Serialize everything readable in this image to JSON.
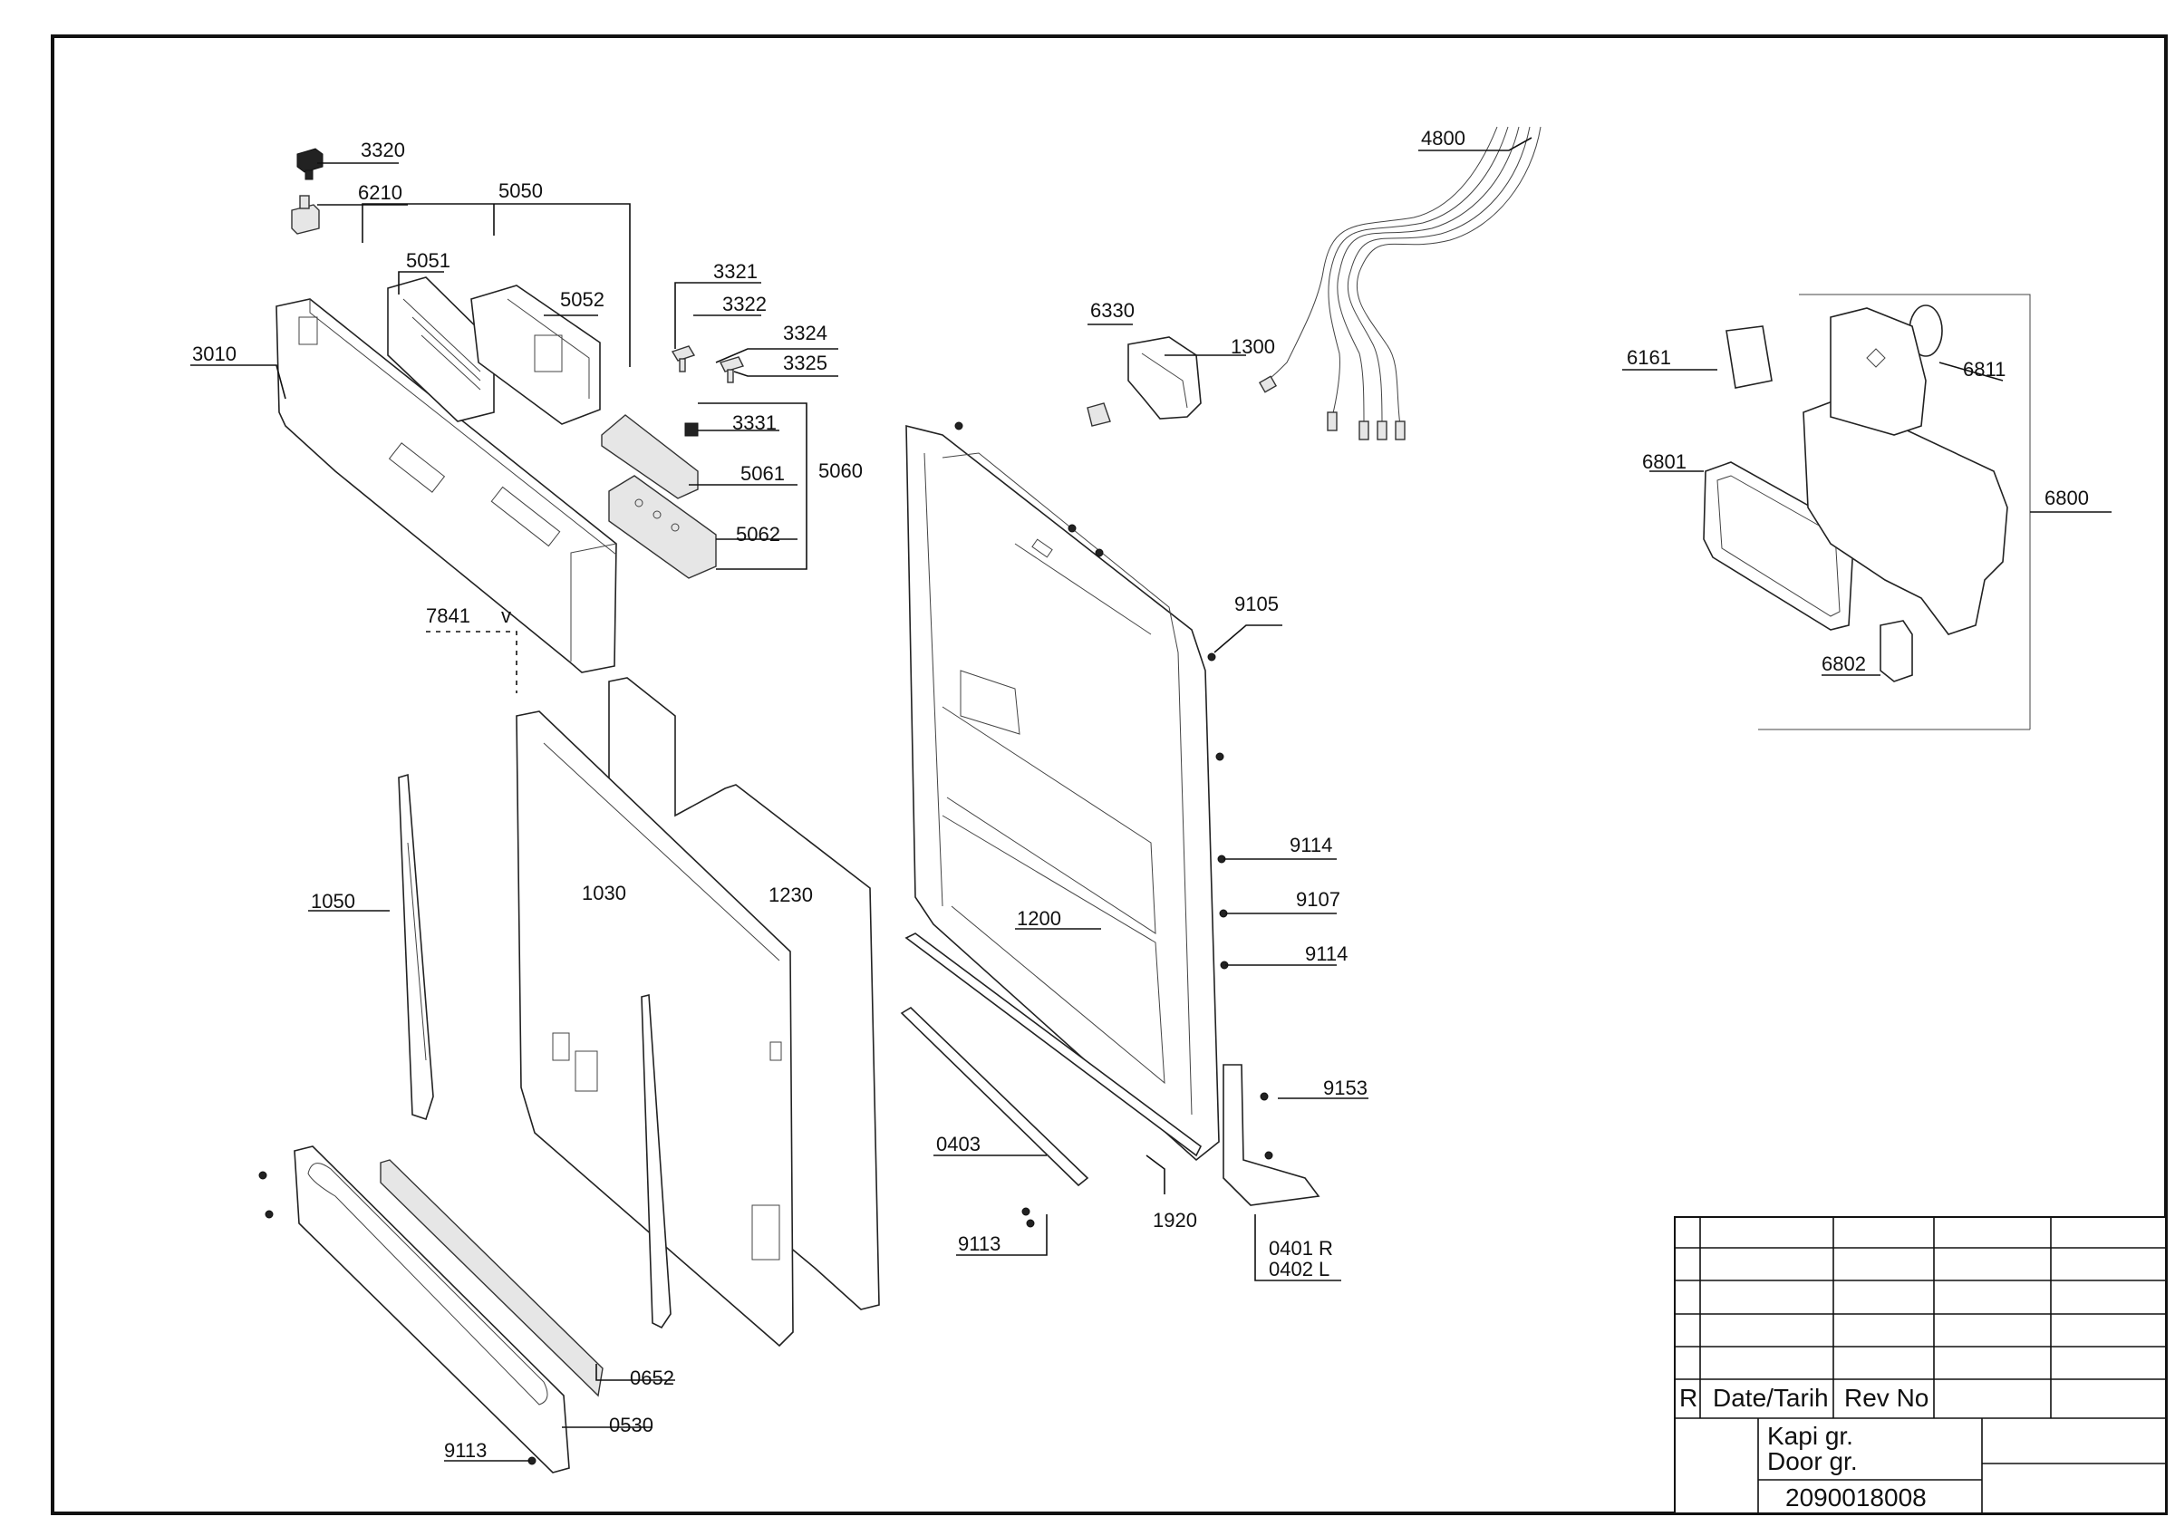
{
  "labels": {
    "p3320": "3320",
    "p6210": "6210",
    "p5050": "5050",
    "p5051": "5051",
    "p5052": "5052",
    "p3321": "3321",
    "p3322": "3322",
    "p3324": "3324",
    "p3325": "3325",
    "p3331": "3331",
    "p3010": "3010",
    "p5061": "5061",
    "p5060": "5060",
    "p5062": "5062",
    "p7841": "7841",
    "p7841v": "v",
    "p6330": "6330",
    "p1300": "1300",
    "p4800": "4800",
    "p6161": "6161",
    "p6811": "6811",
    "p6801": "6801",
    "p6800": "6800",
    "p6802": "6802",
    "p9105": "9105",
    "p1050": "1050",
    "p1030": "1030",
    "p1230": "1230",
    "p1200": "1200",
    "p9114a": "9114",
    "p9107": "9107",
    "p9114b": "9114",
    "p9153": "9153",
    "p0403": "0403",
    "p1920": "1920",
    "p9113a": "9113",
    "p0401": "0401 R",
    "p0402": "0402 L",
    "p0652": "0652",
    "p0530": "0530",
    "p9113b": "9113"
  },
  "title_block": {
    "rev_col_r": "R",
    "rev_col_date": "Date/Tarih",
    "rev_col_revno": "Rev No",
    "title_tr": "Kapi gr.",
    "title_en": "Door gr.",
    "drawing_number": "2090018008"
  }
}
